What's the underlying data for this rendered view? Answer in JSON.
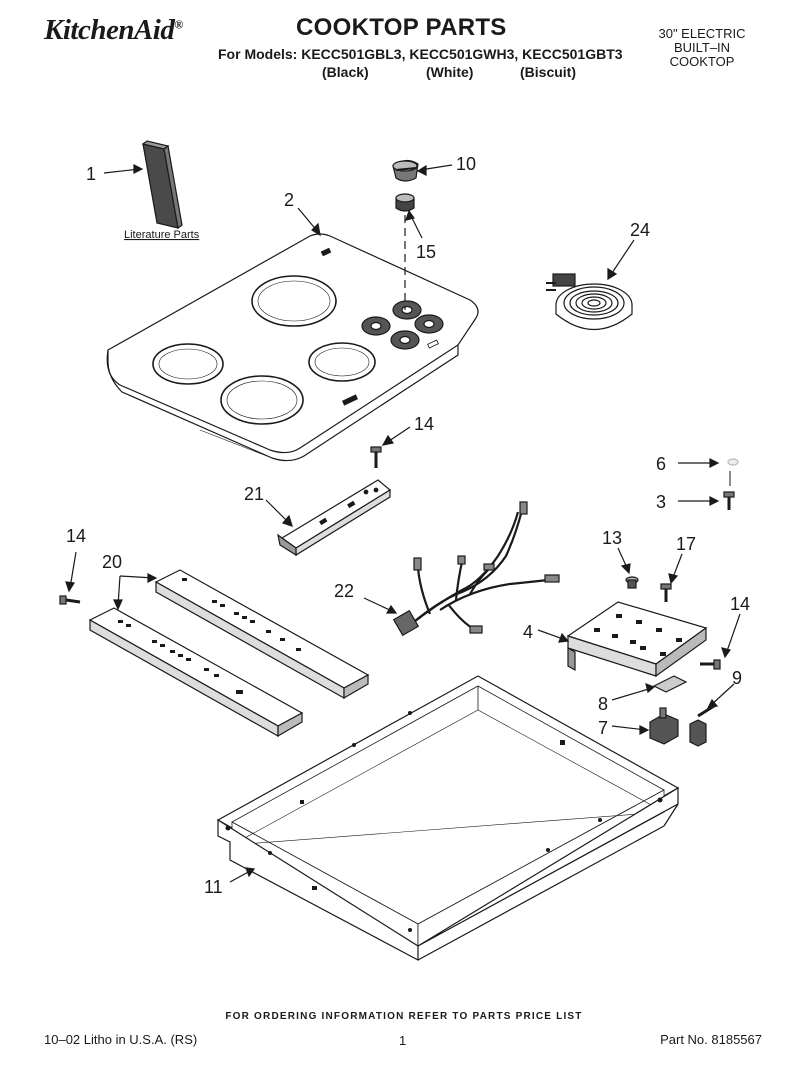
{
  "header": {
    "brand": "KitchenAid",
    "brand_mark": "®",
    "title": "COOKTOP PARTS",
    "models_line": "For Models: KECC501GBL3, KECC501GWH3, KECC501GBT3",
    "variants": [
      "(Black)",
      "(White)",
      "(Biscuit)"
    ],
    "product_type": [
      "30\" ELECTRIC",
      "BUILT–IN",
      "COOKTOP"
    ]
  },
  "diagram": {
    "literature_label": "Literature Parts",
    "callouts": [
      "1",
      "2",
      "10",
      "15",
      "24",
      "14",
      "21",
      "6",
      "3",
      "20",
      "14",
      "22",
      "13",
      "17",
      "4",
      "14",
      "9",
      "8",
      "7",
      "11"
    ]
  },
  "footer": {
    "ordering": "FOR ORDERING INFORMATION REFER TO PARTS PRICE LIST",
    "litho": "10–02 Litho in U.S.A. (RS)",
    "page": "1",
    "part_no": "Part No. 8185567"
  },
  "colors": {
    "ink": "#1a1a1a",
    "paper": "#ffffff"
  }
}
